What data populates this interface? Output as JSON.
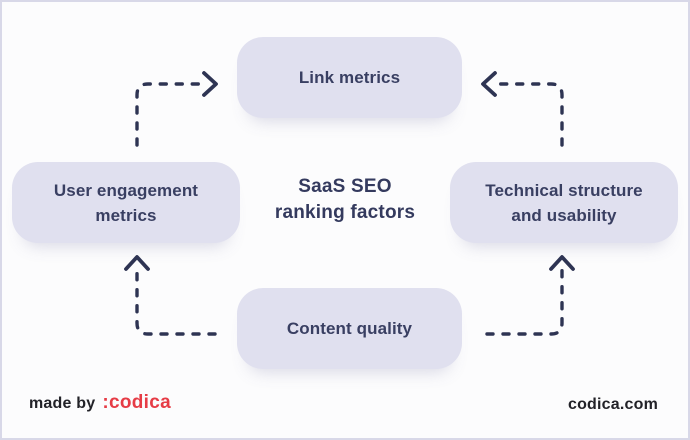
{
  "diagram": {
    "title": {
      "line1": "SaaS SEO",
      "line2": "ranking factors"
    },
    "nodes": {
      "top": {
        "label": "Link metrics"
      },
      "left": {
        "line1": "User engagement",
        "line2": "metrics"
      },
      "right": {
        "line1": "Technical structure",
        "line2": "and usability"
      },
      "bottom": {
        "label": "Content quality"
      }
    },
    "connections": [
      {
        "from": "User engagement metrics",
        "to": "Link metrics"
      },
      {
        "from": "Technical structure and usability",
        "to": "Link metrics"
      },
      {
        "from": "Content quality",
        "to": "User engagement metrics"
      },
      {
        "from": "Content quality",
        "to": "Technical structure and usability"
      }
    ]
  },
  "footer": {
    "made_by_label": "made by",
    "brand": ":codica",
    "website": "codica.com"
  },
  "colors": {
    "background": "#fcfcfd",
    "frame_border": "#d8d8e8",
    "node_fill": "#e0e0ef",
    "node_text": "#393f62",
    "title_text": "#343a5e",
    "arrow": "#2e3453",
    "brand_red": "#e63c46",
    "footer_text": "#222228"
  }
}
